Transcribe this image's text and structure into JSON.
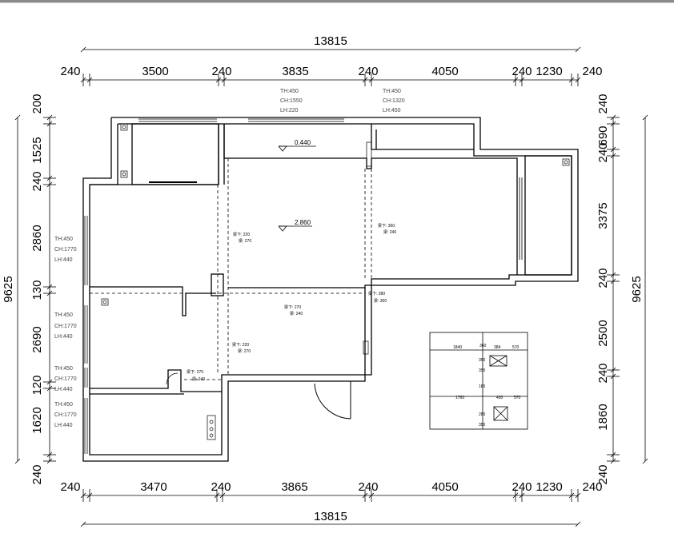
{
  "dimensions": {
    "top_total": "13815",
    "top_segments": [
      "240",
      "3500",
      "240",
      "3835",
      "240",
      "4050",
      "240",
      "1230",
      "240"
    ],
    "bottom_total": "13815",
    "bottom_segments": [
      "240",
      "3470",
      "240",
      "3865",
      "240",
      "4050",
      "240",
      "1230",
      "240"
    ],
    "left_total": "9625",
    "left_segments": [
      "200",
      "1525",
      "240",
      "2860",
      "130",
      "2690",
      "120",
      "1620",
      "240"
    ],
    "right_total": "9625",
    "right_segments": [
      "240",
      "690",
      "240",
      "3375",
      "240",
      "2500",
      "240",
      "1860",
      "240"
    ]
  },
  "window_notes": {
    "top_a": [
      "TH:450",
      "CH:1550",
      "LH:220"
    ],
    "top_b": [
      "TH:450",
      "CH:1320",
      "LH:450"
    ],
    "left_a": [
      "TH:450",
      "CH:1770",
      "LH:440"
    ],
    "left_b": [
      "TH:450",
      "CH:1770",
      "LH:440"
    ],
    "left_c": [
      "TH:450",
      "CH:1770",
      "LH:440"
    ],
    "left_d": [
      "TH:450",
      "CH:1770",
      "LH:440"
    ]
  },
  "levels": {
    "balcony": "0.440",
    "living": "2.860"
  },
  "beam_notes": [
    {
      "a": "梁下: 220",
      "b": "梁: 270"
    },
    {
      "a": "梁下: 300",
      "b": "梁: 240"
    },
    {
      "a": "梁下: 280",
      "b": "梁: 300"
    },
    {
      "a": "梁下: 270",
      "b": "梁: 240"
    },
    {
      "a": "梁下: 220",
      "b": "梁: 270"
    },
    {
      "a": "梁下: 270",
      "b": "梁: 240"
    }
  ],
  "inset": {
    "row1": [
      "1840",
      "360",
      "384",
      "570"
    ],
    "row1_v": [
      "350",
      "350"
    ],
    "row2": [
      "1760",
      "430",
      "570"
    ],
    "row2_v": [
      "180",
      "280",
      "350"
    ]
  }
}
